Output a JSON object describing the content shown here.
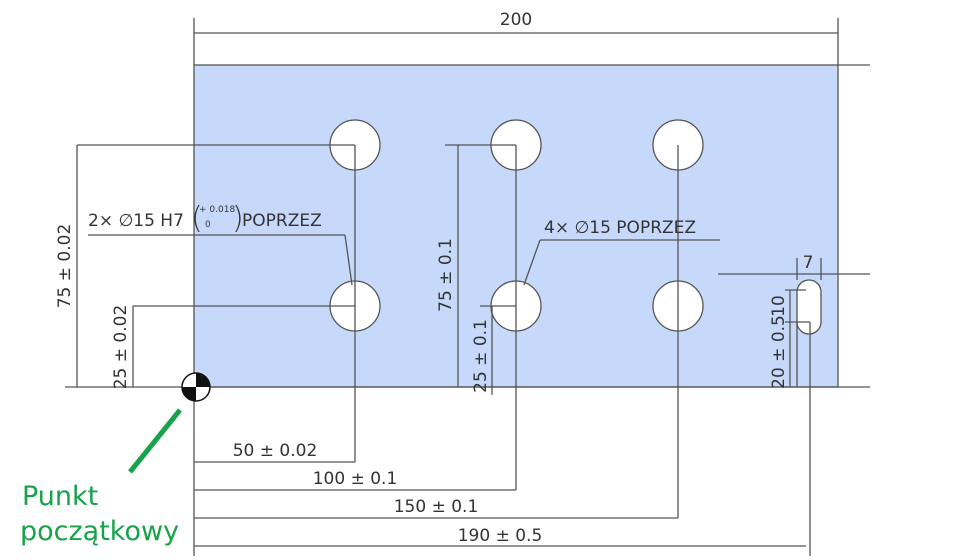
{
  "colors": {
    "plate": "#c6d9fb",
    "line": "#555555",
    "annotation": "#16a34a"
  },
  "dimensions": {
    "width": "200",
    "left_height": "75 ± 0.02",
    "left_low": "25 ± 0.02",
    "mid_height": "75 ± 0.1",
    "mid_low": "25 ± 0.1",
    "slot_height_pos": "20 ± 0.5",
    "slot_length": "10",
    "slot_width": "7",
    "x1": "50 ± 0.02",
    "x2": "100 ± 0.1",
    "x3": "150 ± 0.1",
    "x4": "190 ± 0.5"
  },
  "callouts": {
    "h7_prefix": "2× ∅15 H7",
    "h7_upper": "+ 0.018",
    "h7_lower": "0",
    "h7_suffix": "POPRZEZ",
    "holes4": "4× ∅15 POPRZEZ"
  },
  "annotation": {
    "line1": "Punkt",
    "line2": "początkowy"
  }
}
